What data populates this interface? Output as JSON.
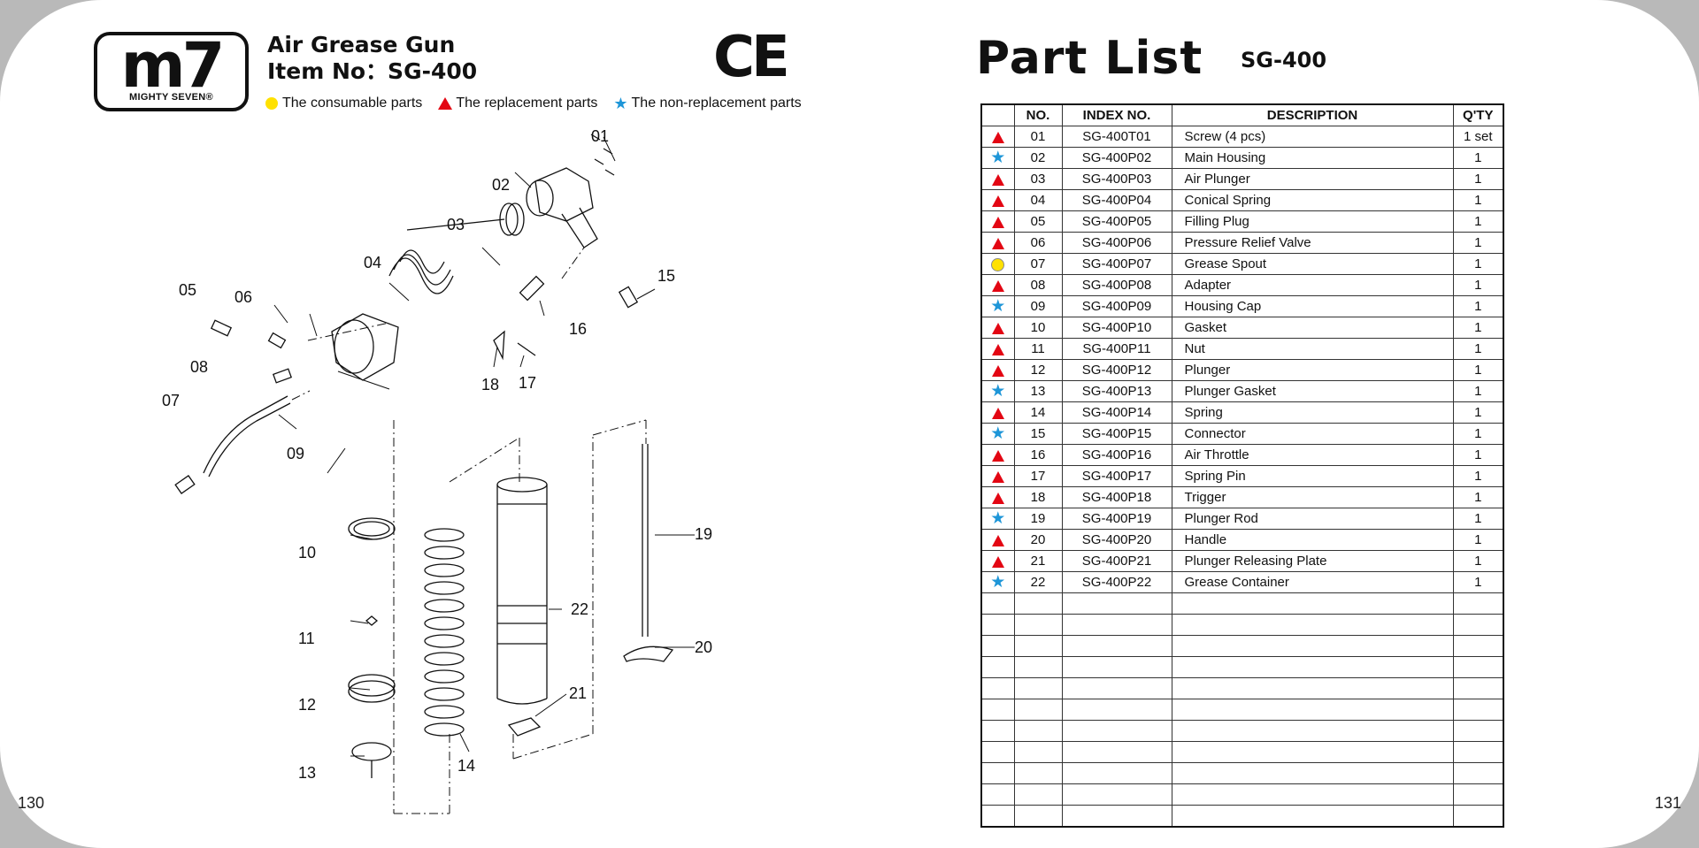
{
  "pages": {
    "left": "130",
    "right": "131"
  },
  "brand": {
    "logo_mark": "m7",
    "logo_sub": "MIGHTY SEVEN®"
  },
  "product": {
    "title": "Air Grease Gun",
    "item_line": "Item No：SG-400",
    "cert_mark": "CE"
  },
  "legend": {
    "consumable": "The consumable parts",
    "replacement": "The replacement parts",
    "non_replacement": "The non-replacement parts",
    "colors": {
      "consumable": "#ffe100",
      "replacement": "#e30613",
      "non_replacement": "#1e96d8"
    }
  },
  "diagram_labels": [
    "01",
    "02",
    "03",
    "04",
    "05",
    "06",
    "07",
    "08",
    "09",
    "10",
    "11",
    "12",
    "13",
    "14",
    "15",
    "16",
    "17",
    "18",
    "19",
    "20",
    "21",
    "22"
  ],
  "part_list": {
    "title": "Part  List",
    "model": "SG-400",
    "headers": {
      "no": "NO.",
      "index": "INDEX NO.",
      "description": "DESCRIPTION",
      "qty": "Q'TY"
    },
    "rows": [
      {
        "marker": "triangle",
        "no": "01",
        "index": "SG-400T01",
        "description": "Screw (4 pcs)",
        "qty": "1 set"
      },
      {
        "marker": "star",
        "no": "02",
        "index": "SG-400P02",
        "description": "Main Housing",
        "qty": "1"
      },
      {
        "marker": "triangle",
        "no": "03",
        "index": "SG-400P03",
        "description": "Air Plunger",
        "qty": "1"
      },
      {
        "marker": "triangle",
        "no": "04",
        "index": "SG-400P04",
        "description": "Conical Spring",
        "qty": "1"
      },
      {
        "marker": "triangle",
        "no": "05",
        "index": "SG-400P05",
        "description": "Filling Plug",
        "qty": "1"
      },
      {
        "marker": "triangle",
        "no": "06",
        "index": "SG-400P06",
        "description": "Pressure Relief Valve",
        "qty": "1"
      },
      {
        "marker": "circle",
        "no": "07",
        "index": "SG-400P07",
        "description": "Grease Spout",
        "qty": "1"
      },
      {
        "marker": "triangle",
        "no": "08",
        "index": "SG-400P08",
        "description": "Adapter",
        "qty": "1"
      },
      {
        "marker": "star",
        "no": "09",
        "index": "SG-400P09",
        "description": "Housing Cap",
        "qty": "1"
      },
      {
        "marker": "triangle",
        "no": "10",
        "index": "SG-400P10",
        "description": "Gasket",
        "qty": "1"
      },
      {
        "marker": "triangle",
        "no": "11",
        "index": "SG-400P11",
        "description": "Nut",
        "qty": "1"
      },
      {
        "marker": "triangle",
        "no": "12",
        "index": "SG-400P12",
        "description": "Plunger",
        "qty": "1"
      },
      {
        "marker": "star",
        "no": "13",
        "index": "SG-400P13",
        "description": "Plunger Gasket",
        "qty": "1"
      },
      {
        "marker": "triangle",
        "no": "14",
        "index": "SG-400P14",
        "description": "Spring",
        "qty": "1"
      },
      {
        "marker": "star",
        "no": "15",
        "index": "SG-400P15",
        "description": "Connector",
        "qty": "1"
      },
      {
        "marker": "triangle",
        "no": "16",
        "index": "SG-400P16",
        "description": "Air Throttle",
        "qty": "1"
      },
      {
        "marker": "triangle",
        "no": "17",
        "index": "SG-400P17",
        "description": "Spring Pin",
        "qty": "1"
      },
      {
        "marker": "triangle",
        "no": "18",
        "index": "SG-400P18",
        "description": "Trigger",
        "qty": "1"
      },
      {
        "marker": "star",
        "no": "19",
        "index": "SG-400P19",
        "description": "Plunger Rod",
        "qty": "1"
      },
      {
        "marker": "triangle",
        "no": "20",
        "index": "SG-400P20",
        "description": "Handle",
        "qty": "1"
      },
      {
        "marker": "triangle",
        "no": "21",
        "index": "SG-400P21",
        "description": "Plunger Releasing Plate",
        "qty": "1"
      },
      {
        "marker": "star",
        "no": "22",
        "index": "SG-400P22",
        "description": "Grease Container",
        "qty": "1"
      }
    ],
    "blank_rows": 11
  }
}
